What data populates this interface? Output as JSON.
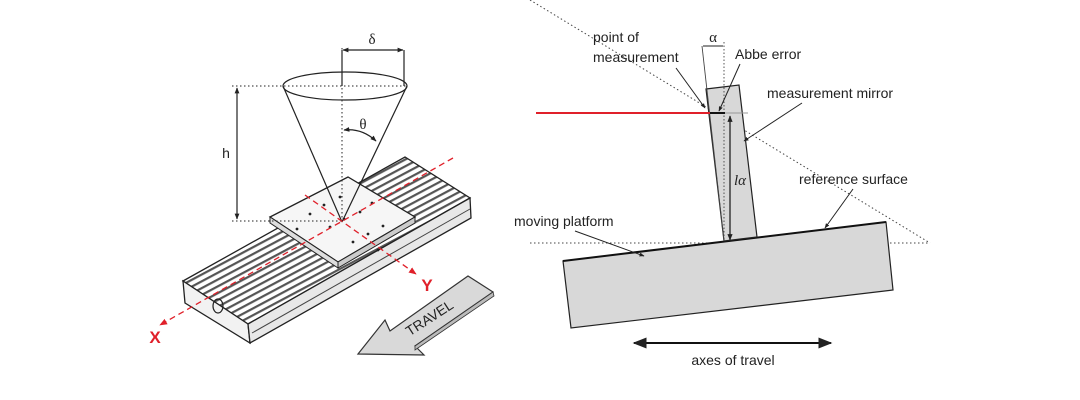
{
  "left_diagram": {
    "labels": {
      "delta": "δ",
      "theta": "θ",
      "height": "h",
      "x_axis": "X",
      "y_axis": "Y",
      "travel": "TRAVEL"
    },
    "colors": {
      "axis": "#e0202a",
      "arrow_fill": "#d9d9d9"
    }
  },
  "right_diagram": {
    "labels": {
      "point_of_measurement_line1": "point of",
      "point_of_measurement_line2": "measurement",
      "alpha": "α",
      "abbe_error": "Abbe error",
      "measurement_mirror": "measurement mirror",
      "l_alpha": "lα",
      "reference_surface": "reference surface",
      "moving_platform": "moving platform",
      "axes_of_travel": "axes of travel"
    },
    "colors": {
      "laser": "#e0202a",
      "fill": "#d8d8d8"
    }
  }
}
